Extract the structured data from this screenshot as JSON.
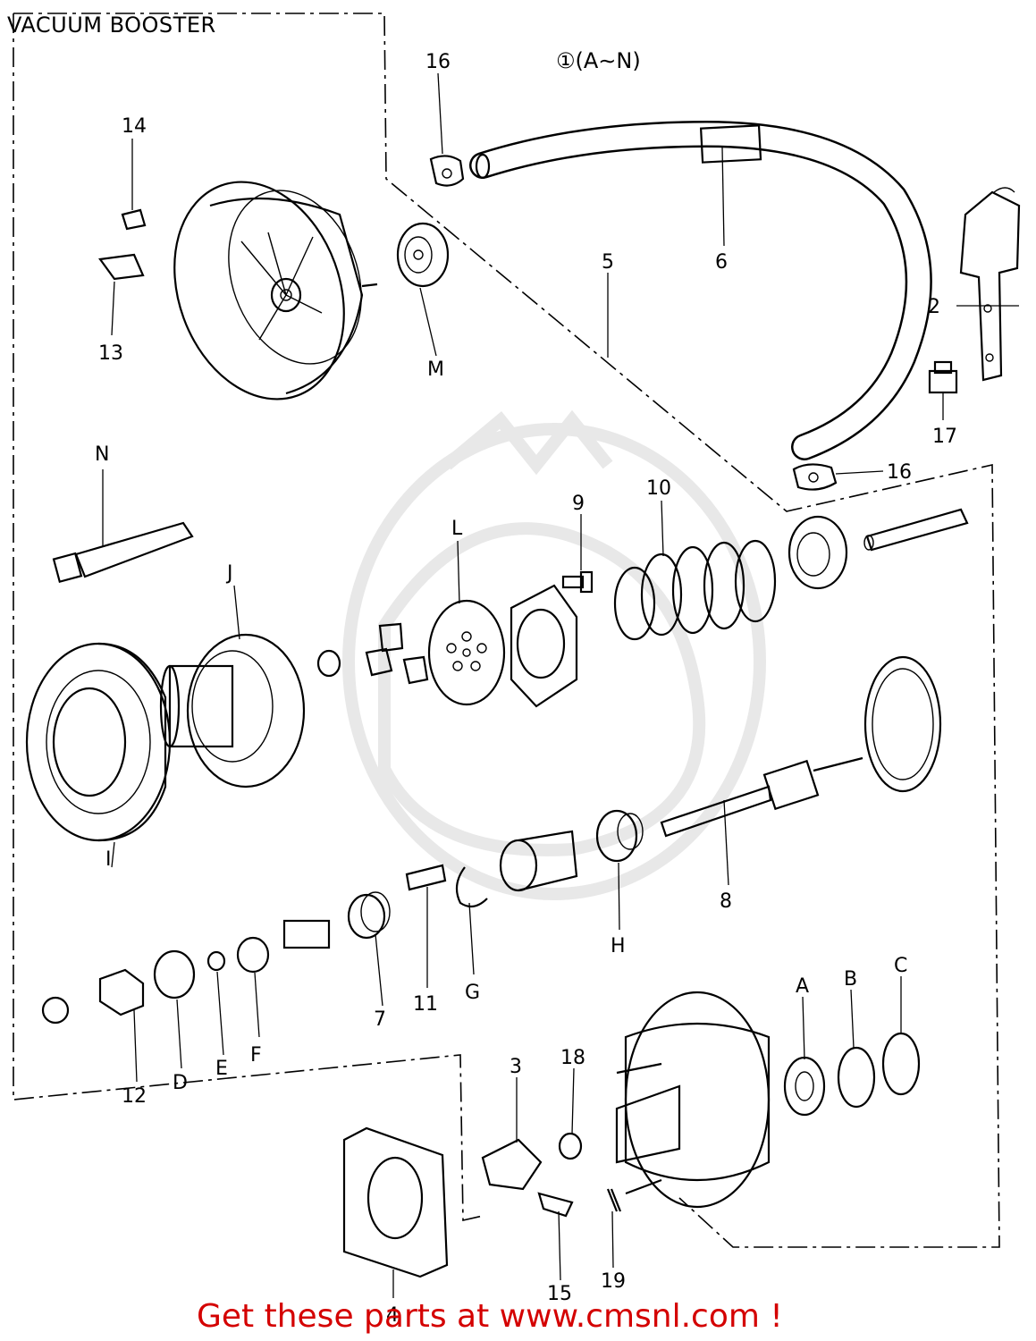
{
  "header": {
    "title": "VACUUM BOOSTER"
  },
  "assembly": {
    "label": "①(A∼N)"
  },
  "callouts": {
    "p2": "2",
    "p3": "3",
    "p5": "5",
    "p6": "6",
    "p7": "7",
    "p8": "8",
    "p9": "9",
    "p10": "10",
    "p11": "11",
    "p12": "12",
    "p13": "13",
    "p14": "14",
    "p15": "15",
    "p16a": "16",
    "p16b": "16",
    "p17": "17",
    "p18": "18",
    "p19": "19",
    "p4": "4",
    "A": "A",
    "B": "B",
    "C": "C",
    "D": "D",
    "E": "E",
    "F": "F",
    "G": "G",
    "H": "H",
    "I": "I",
    "J": "J",
    "L": "L",
    "M": "M",
    "N": "N"
  },
  "footer": {
    "text": "Get these parts at www.cmsnl.com !"
  },
  "colors": {
    "footer": "#d40000",
    "linework": "#000000",
    "watermark": "#e8e8e8"
  }
}
